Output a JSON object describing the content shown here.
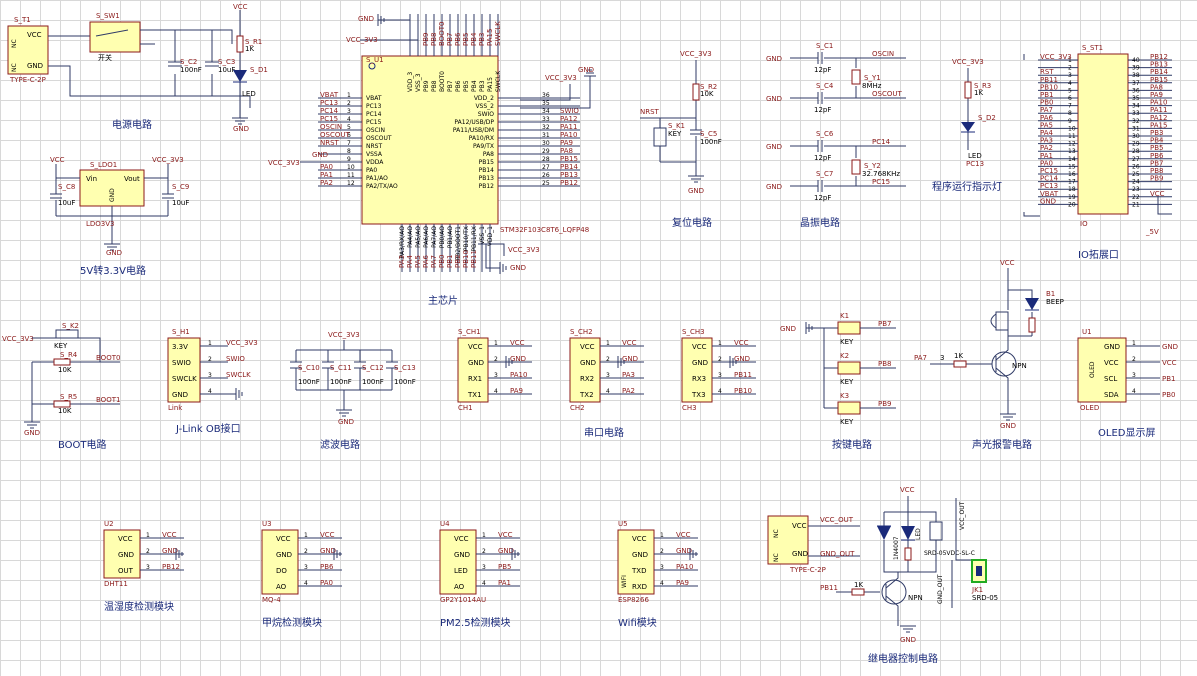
{
  "titles": {
    "power": "电源电路",
    "ldo": "5V转3.3V电路",
    "mcu": "主芯片",
    "reset": "复位电路",
    "crystal": "晶振电路",
    "led": "程序运行指示灯",
    "io": "IO拓展口",
    "boot": "BOOT电路",
    "jlink": "J-Link OB接口",
    "filter": "滤波电路",
    "uart": "串口电路",
    "keys": "按键电路",
    "alarm": "声光报警电路",
    "oled": "OLED显示屏",
    "dht": "温湿度检测模块",
    "mq4": "甲烷检测模块",
    "pm25": "PM2.5检测模块",
    "wifi": "Wifi模块",
    "relay": "继电器控制电路"
  },
  "power": {
    "usb_ref": "S_T1",
    "usb_pins": [
      "VCC",
      "GND"
    ],
    "usb_nc": [
      "NC",
      "NC"
    ],
    "usb_part": "TYPE-C-2P",
    "sw_ref": "S_SW1",
    "sw_label": "开关",
    "c2": "S_C2",
    "c3": "S_C3",
    "c3_val": "10uF",
    "c2_val": "100nF",
    "r1": "S_R1",
    "r1_val": "1K",
    "d1": "S_D1",
    "d1_val": "LED",
    "vcc": "VCC",
    "gnd": "GND"
  },
  "ldo": {
    "ref": "S_LDO1",
    "vin": "Vin",
    "vout": "Vout",
    "gnd": "GND",
    "part": "LDO3V3",
    "c8": "S_C8",
    "c8_val": "10uF",
    "c9": "S_C9",
    "c9_val": "10uF",
    "in": "VCC",
    "out": "VCC_3V3"
  },
  "mcu": {
    "ref": "S_U1",
    "part": "STM32F103C8T6_LQFP48",
    "left_pins": [
      "VBAT",
      "PC13",
      "PC14",
      "PC15",
      "OSCIN",
      "OSCOUT",
      "NRST",
      "VSSA",
      "VDDA",
      "PA0",
      "PA1/AO",
      "PA2/TX/AO"
    ],
    "left_nums": [
      "1",
      "2",
      "3",
      "4",
      "5",
      "6",
      "7",
      "8",
      "9",
      "10",
      "11",
      "12"
    ],
    "left_nets": [
      "VBAT",
      "PC13",
      "PC14",
      "PC15",
      "OSCIN",
      "OSCOUT",
      "NRST",
      "",
      "",
      "PA0",
      "PA1",
      "PA2"
    ],
    "right_pins": [
      "VDD_2",
      "VSS_2",
      "SWIO",
      "PA12/USB/DP",
      "PA11/USB/DM",
      "PA10/RX",
      "PA9/TX",
      "PA8",
      "PB15",
      "PB14",
      "PB13",
      "PB12"
    ],
    "right_nums": [
      "36",
      "35",
      "34",
      "33",
      "32",
      "31",
      "30",
      "29",
      "28",
      "27",
      "26",
      "25"
    ],
    "right_nets": [
      "",
      "",
      "SWIO",
      "PA12",
      "PA11",
      "PA10",
      "PA9",
      "PA8",
      "PB15",
      "PB14",
      "PB13",
      "PB12"
    ],
    "top_pins": [
      "VDD_3",
      "VSS_3",
      "PB9",
      "PB8",
      "BOOT0",
      "PB7",
      "PB6",
      "PB5",
      "PB4",
      "PB3",
      "PA15",
      "SWCLK"
    ],
    "top_nets": [
      "",
      "",
      "PB9",
      "PB8",
      "BOOT0",
      "PB7",
      "PB6",
      "PB5",
      "PB4",
      "PB3",
      "PA15",
      "SWCLK"
    ],
    "bottom_pins": [
      "PA3/RX/AO",
      "PA4/AO",
      "PA5/AO",
      "PA6/AO",
      "PA7/AO",
      "PB0/AO",
      "PB1/AO",
      "PB2/BOOT1",
      "PB10/TX",
      "PB11/RX",
      "VSS_1",
      "VDD_1"
    ],
    "bottom_nets": [
      "PA3",
      "PA4",
      "PA5",
      "PA6",
      "PA7",
      "PB0",
      "PB1",
      "PB2",
      "PB10",
      "PB11",
      "",
      ""
    ],
    "vcc": "VCC_3V3",
    "gnd": "GND"
  },
  "reset": {
    "ref": "S_K1",
    "label": "KEY",
    "r2": "S_R2",
    "r2_val": "10K",
    "c5": "S_C5",
    "c5_val": "100nF",
    "net": "NRST",
    "vcc": "VCC_3V3"
  },
  "crystal": {
    "c1": "S_C1",
    "c4": "S_C4",
    "c6": "S_C6",
    "c7": "S_C7",
    "cap_val": "12pF",
    "y1": "S_Y1",
    "y1_val": "8MHz",
    "y2": "S_Y2",
    "y2_val": "32.768KHz",
    "nets": [
      "OSCIN",
      "OSCOUT",
      "PC14",
      "PC15"
    ],
    "gnd": "GND"
  },
  "led": {
    "r3": "S_R3",
    "r3_val": "1K",
    "d2": "S_D2",
    "d2_val": "LED",
    "vcc": "VCC_3V3",
    "net": "PC13"
  },
  "io": {
    "ref": "S_ST1",
    "part": "IO",
    "left_nets": [
      "VCC_3V3",
      "",
      "RST",
      "PB11",
      "PB10",
      "PB1",
      "PB0",
      "PA7",
      "PA6",
      "PA5",
      "PA4",
      "PA3",
      "PA2",
      "PA1",
      "PA0",
      "PC15",
      "PC14",
      "PC13",
      "VBAT",
      "GND"
    ],
    "left_nums": [
      "1",
      "2",
      "3",
      "4",
      "5",
      "6",
      "7",
      "8",
      "9",
      "10",
      "11",
      "12",
      "13",
      "14",
      "15",
      "16",
      "17",
      "18",
      "19",
      "20"
    ],
    "right_nums": [
      "40",
      "39",
      "38",
      "37",
      "36",
      "35",
      "34",
      "33",
      "32",
      "31",
      "30",
      "29",
      "28",
      "27",
      "26",
      "25",
      "24",
      "23",
      "22",
      "21"
    ],
    "right_nets": [
      "PB12",
      "PB13",
      "PB14",
      "PB15",
      "PA8",
      "PA9",
      "PA10",
      "PA11",
      "PA12",
      "PA15",
      "PB3",
      "PB4",
      "PB5",
      "PB6",
      "PB7",
      "PB8",
      "PB9",
      "",
      "VCC",
      ""
    ],
    "extra": "_5V"
  },
  "boot": {
    "k2": "S_K2",
    "k2_val": "KEY",
    "r4": "S_R4",
    "r4_val": "10K",
    "r5": "S_R5",
    "r5_val": "10K",
    "boot0": "BOOT0",
    "boot1": "BOOT1",
    "vcc": "VCC_3V3",
    "gnd": "GND"
  },
  "jlink": {
    "ref": "S_H1",
    "part": "Link",
    "pins": [
      "3.3V",
      "SWIO",
      "SWCLK",
      "GND"
    ],
    "nums": [
      "1",
      "2",
      "3",
      "4"
    ],
    "nets": [
      "VCC_3V3",
      "SWIO",
      "SWCLK",
      ""
    ]
  },
  "filter": {
    "vcc": "VCC_3V3",
    "caps": [
      "S_C10",
      "S_C11",
      "S_C12",
      "S_C13"
    ],
    "val": "100nF",
    "gnd": "GND"
  },
  "uart": [
    {
      "ref": "S_CH1",
      "part": "CH1",
      "pins": [
        "VCC",
        "GND",
        "RX1",
        "TX1"
      ],
      "nets": [
        "VCC",
        "GND",
        "PA10",
        "PA9"
      ]
    },
    {
      "ref": "S_CH2",
      "part": "CH2",
      "pins": [
        "VCC",
        "GND",
        "RX2",
        "TX2"
      ],
      "nets": [
        "VCC",
        "GND",
        "PA3",
        "PA2"
      ]
    },
    {
      "ref": "S_CH3",
      "part": "CH3",
      "pins": [
        "VCC",
        "GND",
        "RX3",
        "TX3"
      ],
      "nets": [
        "VCC",
        "GND",
        "PB11",
        "PB10"
      ]
    }
  ],
  "keys": {
    "refs": [
      "K1",
      "K2",
      "K3"
    ],
    "label": "KEY",
    "nets": [
      "PB7",
      "PB8",
      "PB9"
    ],
    "gnd": "GND"
  },
  "alarm": {
    "b1": "B1",
    "b1_val": "BEEP",
    "r": "1K",
    "in": "PA7",
    "q": "NPN",
    "vcc": "VCC",
    "gnd": "GND",
    "num": "3"
  },
  "oled": {
    "ref": "U1",
    "part": "OLED",
    "pins": [
      "GND",
      "VCC",
      "SCL",
      "SDA"
    ],
    "nets": [
      "GND",
      "VCC",
      "PB1",
      "PB0"
    ]
  },
  "dht": {
    "ref": "U2",
    "part": "DHT11",
    "pins": [
      "VCC",
      "GND",
      "OUT"
    ],
    "nets": [
      "VCC",
      "GND",
      "PB12"
    ]
  },
  "mq4": {
    "ref": "U3",
    "part": "MQ-4",
    "pins": [
      "VCC",
      "GND",
      "DO",
      "AO"
    ],
    "nets": [
      "VCC",
      "GND",
      "PB6",
      "PA0"
    ]
  },
  "pm25": {
    "ref": "U4",
    "part": "GP2Y1014AU",
    "pins": [
      "VCC",
      "GND",
      "LED",
      "AO"
    ],
    "nets": [
      "VCC",
      "GND",
      "PB5",
      "PA1"
    ]
  },
  "wifi": {
    "ref": "U5",
    "part": "ESP8266",
    "label": "WIFI",
    "pins": [
      "VCC",
      "GND",
      "TXD",
      "RXD"
    ],
    "nets": [
      "VCC",
      "GND",
      "PA10",
      "PA9"
    ]
  },
  "relay": {
    "usb_pins": [
      "VCC",
      "GND"
    ],
    "usb_nc": [
      "NC",
      "NC"
    ],
    "usb_part": "TYPE-C-2P",
    "vcc_out": "VCC_OUT",
    "gnd_out": "GND_OUT",
    "d": "1N4007",
    "led": "LED",
    "jk": "JK1",
    "jk_val": "SRD-05",
    "coil": "SRD-05VDC-SL-C",
    "in": "PB11",
    "r": "1K",
    "q": "NPN",
    "vcc": "VCC",
    "gnd": "GND"
  }
}
